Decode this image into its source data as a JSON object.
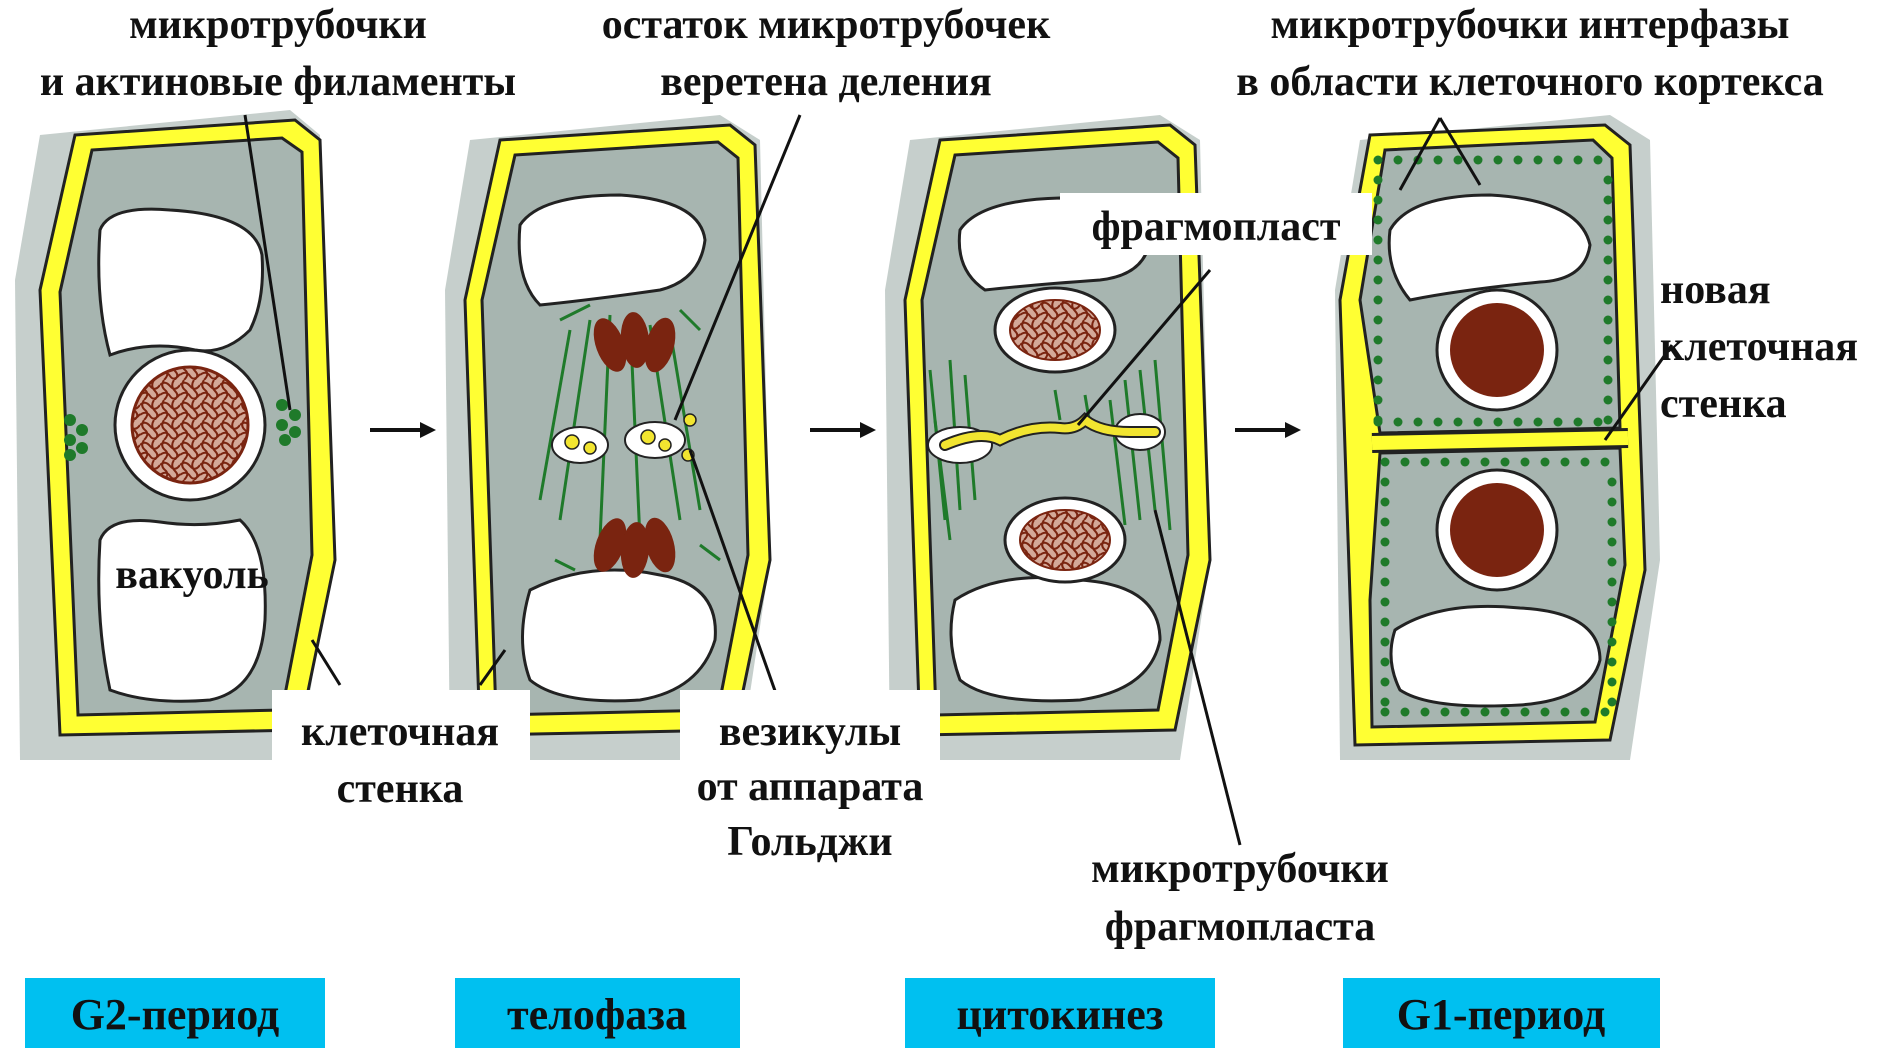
{
  "colors": {
    "cell_wall": "#ffff33",
    "cell_wall_outline": "#222222",
    "cytoplasm": "#a7b5b0",
    "background_tissue": "#c6cfcc",
    "vacuole": "#ffffff",
    "chromatin": "#7a2410",
    "nucleus_fill": "#c99a86",
    "microtubule": "#1f7a2a",
    "vesicle": "#f2e530",
    "phase_box": "#00c0f0",
    "text": "#111111"
  },
  "labels": {
    "microtubules_actin_line1": "микротрубочки",
    "microtubules_actin_line2": "и актиновые филаменты",
    "spindle_remnant_line1": "остаток микротрубочек",
    "spindle_remnant_line2": "веретена деления",
    "interphase_mt_line1": "микротрубочки интерфазы",
    "interphase_mt_line2": "в области клеточного кортекса",
    "phragmoplast": "фрагмопласт",
    "new_wall_line1": "новая",
    "new_wall_line2": "клеточная",
    "new_wall_line3": "стенка",
    "vacuole": "вакуоль",
    "cell_wall_line1": "клеточная",
    "cell_wall_line2": "стенка",
    "vesicles_line1": "везикулы",
    "vesicles_line2": "от аппарата",
    "vesicles_line3": "Гольджи",
    "phragmoplast_mt_line1": "микротрубочки",
    "phragmoplast_mt_line2": "фрагмопласта"
  },
  "phases": [
    {
      "label": "G2-период"
    },
    {
      "label": "телофаза"
    },
    {
      "label": "цитокинез"
    },
    {
      "label": "G1-период"
    }
  ]
}
